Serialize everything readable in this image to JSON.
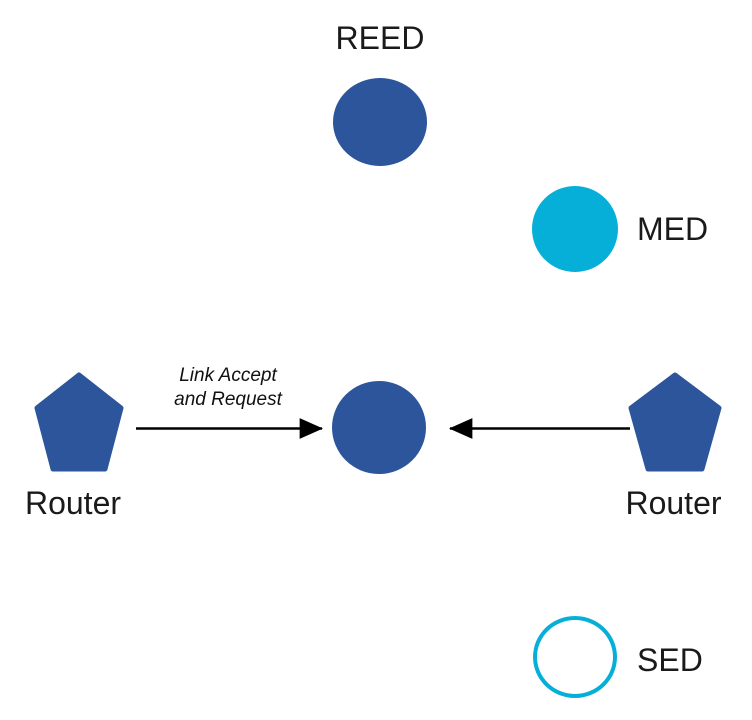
{
  "diagram": {
    "title_text": "",
    "colors": {
      "node_dark_blue": "#2D559B",
      "node_cyan": "#06AFD8",
      "label_text": "#1a1a1a",
      "arrow": "#000000",
      "background": "#ffffff"
    },
    "nodes": [
      {
        "id": "reed",
        "label": "REED",
        "shape": "circle-filled",
        "color": "#2D559B",
        "label_position": "above"
      },
      {
        "id": "med",
        "label": "MED",
        "shape": "circle-filled",
        "color": "#06AFD8",
        "label_position": "right"
      },
      {
        "id": "leader",
        "label": "",
        "shape": "circle-filled",
        "color": "#2D559B",
        "label_position": "none"
      },
      {
        "id": "router-left",
        "label": "Router",
        "shape": "pentagon",
        "color": "#2D559B",
        "label_position": "below"
      },
      {
        "id": "router-right",
        "label": "Router",
        "shape": "pentagon",
        "color": "#2D559B",
        "label_position": "below"
      },
      {
        "id": "sed",
        "label": "SED",
        "shape": "circle-outline",
        "color": "#06AFD8",
        "label_position": "right"
      }
    ],
    "edges": [
      {
        "id": "edge-router-left-to-leader",
        "from": "router-left",
        "to": "leader",
        "direction": "right",
        "label": "Link Accept\nand Request"
      },
      {
        "id": "edge-router-right-to-leader",
        "from": "router-right",
        "to": "leader",
        "direction": "left",
        "label": ""
      }
    ]
  }
}
